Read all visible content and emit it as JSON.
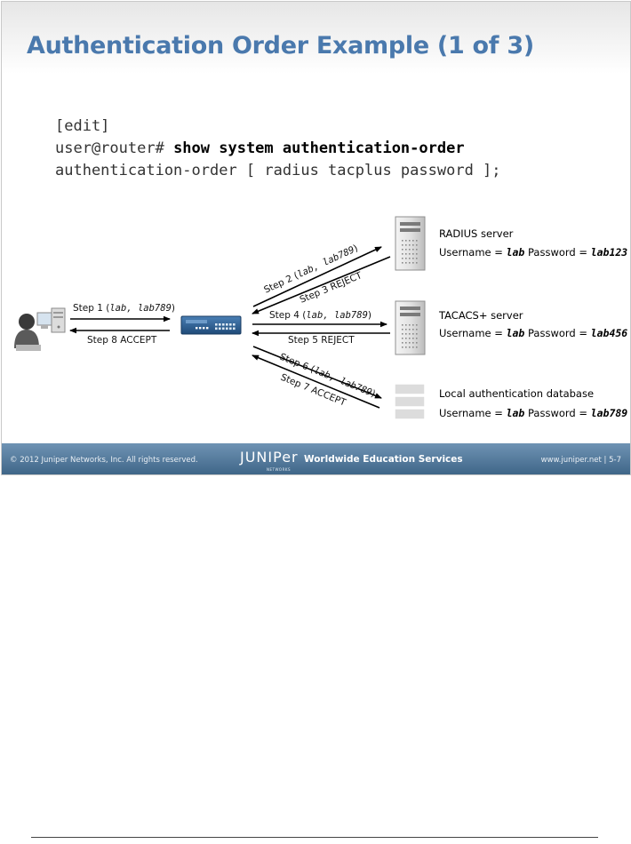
{
  "slide": {
    "title": "Authentication Order Example (1 of 3)"
  },
  "code": {
    "line1": "[edit]",
    "prompt": "user@router# ",
    "command": "show system authentication-order",
    "line3": "authentication-order [ radius tacplus password ];"
  },
  "servers": {
    "radius": {
      "name": "RADIUS server",
      "username_label": "Username = ",
      "username": "lab",
      "password_label": " Password = ",
      "password": "lab123"
    },
    "tacacs": {
      "name": "TACACS+ server",
      "username_label": "Username = ",
      "username": "lab",
      "password_label": " Password = ",
      "password": "lab456"
    },
    "local": {
      "name": "Local authentication database",
      "username_label": "Username = ",
      "username": "lab",
      "password_label": " Password = ",
      "password": "lab789"
    }
  },
  "steps": {
    "step1_prefix": "Step 1 (",
    "step1_creds": "lab, lab789",
    "step1_suffix": ")",
    "step2_prefix": "Step 2 (",
    "step2_creds": "lab, lab789",
    "step2_suffix": ")",
    "step3": "Step 3 REJECT",
    "step4_prefix": "Step 4 (",
    "step4_creds": "lab, lab789",
    "step4_suffix": ")",
    "step5": "Step 5 REJECT",
    "step6_prefix": "Step 6 (",
    "step6_creds": "lab, lab789",
    "step6_suffix": ")",
    "step7": "Step 7 ACCEPT",
    "step8": "Step 8 ACCEPT"
  },
  "footer": {
    "copyright": "© 2012 Juniper Networks, Inc. All rights reserved.",
    "logo": "JUNIPer",
    "logo_sub": "NETWORKS",
    "tagline": "Worldwide Education Services",
    "url_page": "www.juniper.net  |  5-7"
  },
  "colors": {
    "title": "#4a79ad",
    "footer_top": "#6f93b4",
    "footer_bottom": "#3f6688",
    "router": "#2e5f93"
  }
}
